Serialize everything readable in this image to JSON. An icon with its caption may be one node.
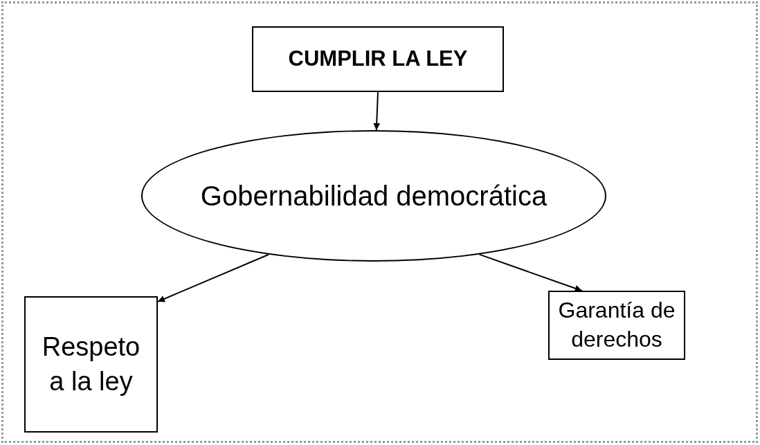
{
  "diagram": {
    "nodes": [
      {
        "text": [
          "CUMPLIR LA LEY"
        ]
      },
      {
        "text": [
          "Gobernabilidad democrática"
        ]
      },
      {
        "text": [
          "Respeto a la ley"
        ]
      },
      {
        "text": [
          "Garantía de derechos"
        ]
      }
    ],
    "edges": [
      {
        "from": 0,
        "to": 1,
        "arrow": "to"
      },
      {
        "from": 1,
        "to": 2,
        "arrow": "to"
      },
      {
        "from": 1,
        "to": 3,
        "arrow": "to"
      }
    ]
  }
}
